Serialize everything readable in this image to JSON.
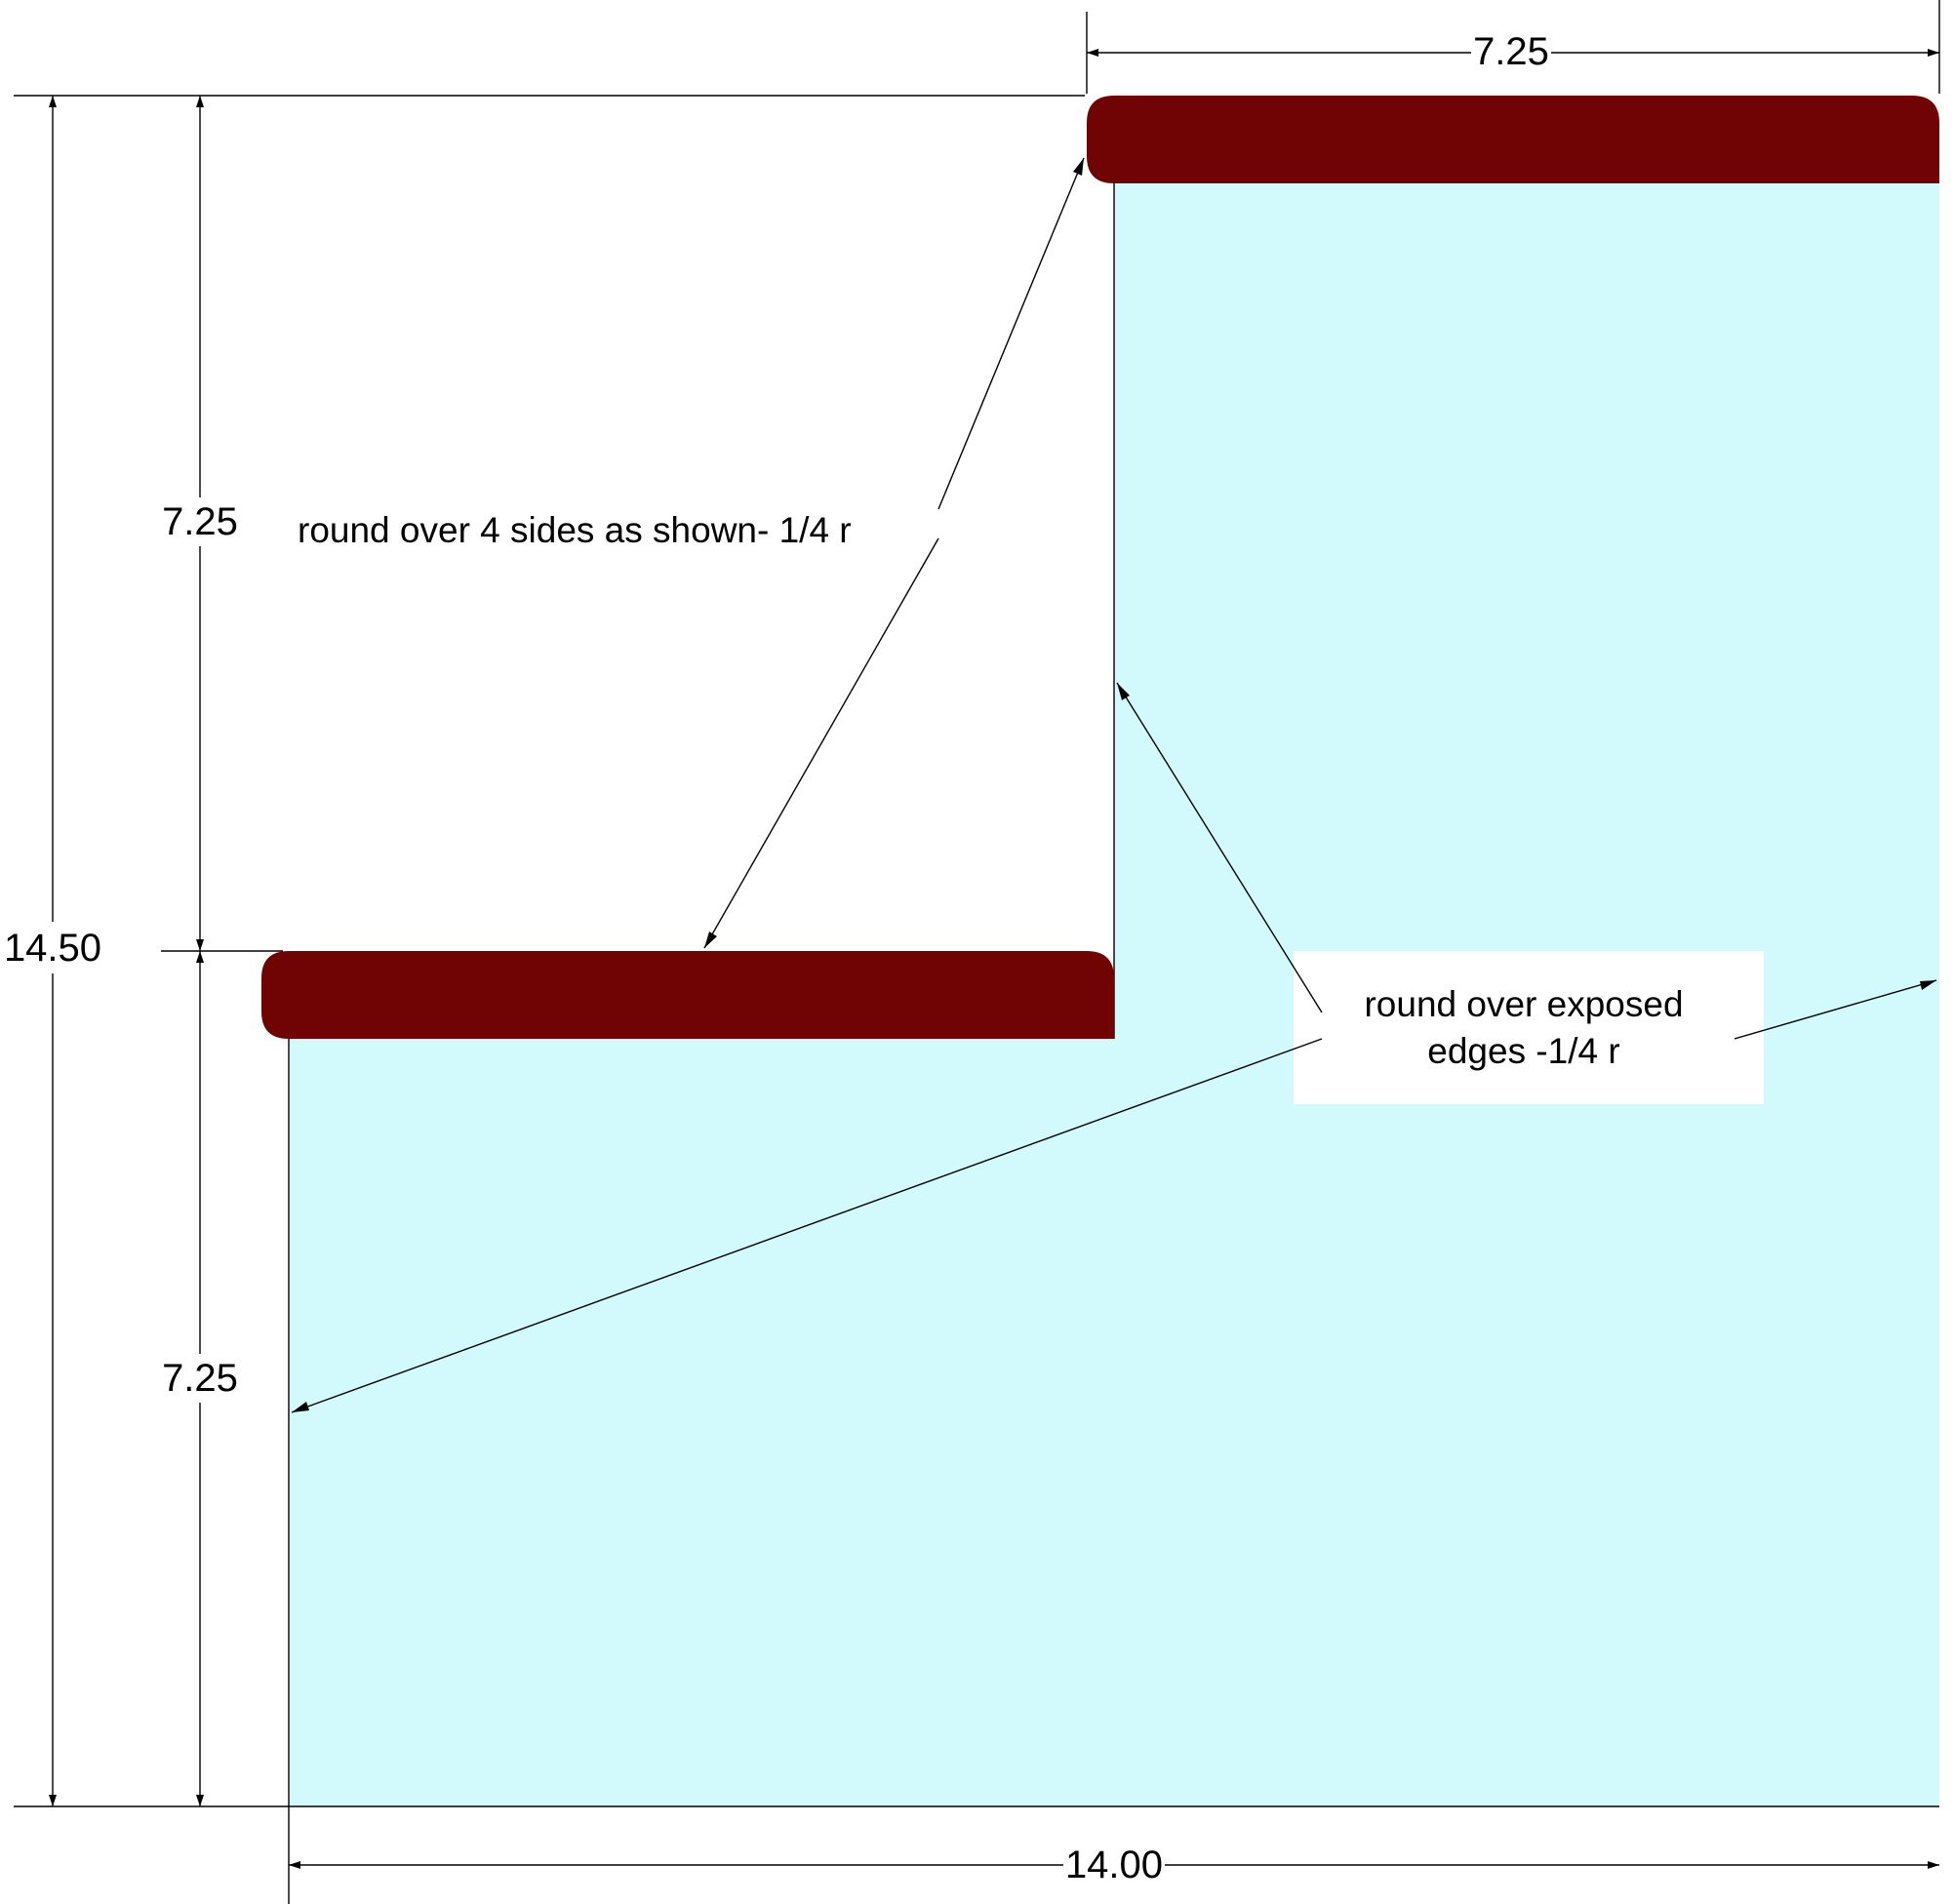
{
  "colors": {
    "background": "#ffffff",
    "base_fill": "#d2fafc",
    "tread_fill": "#700404",
    "line": "#000000",
    "note_box": "#ffffff"
  },
  "dimensions": {
    "top_width": "7.25",
    "upper_height": "7.25",
    "total_height": "14.50",
    "lower_height": "7.25",
    "total_width": "14.00"
  },
  "notes": {
    "treads": "round over 4 sides as shown- 1/4 r",
    "edges_line1": "round over exposed",
    "edges_line2": "edges -1/4 r"
  }
}
